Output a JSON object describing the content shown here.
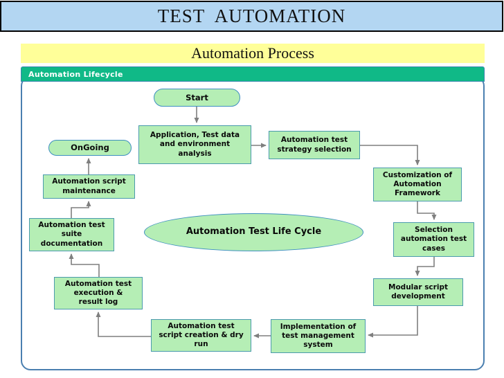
{
  "header": {
    "banner_title": "TEST  AUTOMATION",
    "subtitle": "Automation Process",
    "section_label": "Automation Lifecycle"
  },
  "nodes": [
    {
      "id": "start",
      "shape": "pill",
      "label": "Start"
    },
    {
      "id": "application",
      "shape": "rect",
      "label": "Application, Test data\nand environment\nanalysis"
    },
    {
      "id": "strategy",
      "shape": "rect",
      "label": "Automation test\nstrategy selection"
    },
    {
      "id": "customization",
      "shape": "rect",
      "label": "Customization of\nAutomation\nFramework"
    },
    {
      "id": "selection",
      "shape": "rect",
      "label": "Selection\nautomation test\ncases"
    },
    {
      "id": "modular",
      "shape": "rect",
      "label": "Modular script\ndevelopment"
    },
    {
      "id": "implementation",
      "shape": "rect",
      "label": "Implementation of\ntest management\nsystem"
    },
    {
      "id": "script-creation",
      "shape": "rect",
      "label": "Automation test\nscript creation & dry\nrun"
    },
    {
      "id": "execution",
      "shape": "rect",
      "label": "Automation test\nexecution &\nresult log"
    },
    {
      "id": "suite-doc",
      "shape": "rect",
      "label": "Automation test\nsuite\ndocumentation"
    },
    {
      "id": "maintenance",
      "shape": "rect",
      "label": "Automation script\nmaintenance"
    },
    {
      "id": "ongoing",
      "shape": "pill",
      "label": "OnGoing"
    },
    {
      "id": "lifecycle",
      "shape": "ellipse",
      "label": "Automation Test Life Cycle"
    }
  ],
  "colors": {
    "banner_bg": "#b3d6f2",
    "subtitle_bg": "#ffff99",
    "section_bg": "#10b987",
    "panel_border": "#4a7fb0",
    "node_fill": "#b5eeb5",
    "node_border": "#4a9aad",
    "ellipse_border": "#3e8fc0",
    "arrow": "#7f7f7f"
  }
}
